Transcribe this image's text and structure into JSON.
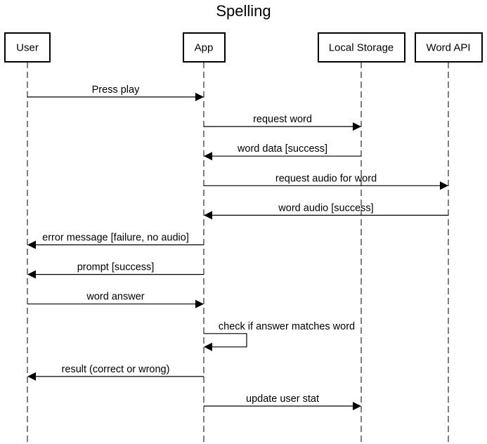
{
  "title": "Spelling",
  "participants": [
    {
      "id": "user",
      "label": "User"
    },
    {
      "id": "app",
      "label": "App"
    },
    {
      "id": "storage",
      "label": "Local Storage"
    },
    {
      "id": "api",
      "label": "Word API"
    }
  ],
  "messages": [
    {
      "from": "user",
      "to": "app",
      "label": "Press play"
    },
    {
      "from": "app",
      "to": "storage",
      "label": "request word"
    },
    {
      "from": "storage",
      "to": "app",
      "label": "word data [success]"
    },
    {
      "from": "app",
      "to": "api",
      "label": "request audio for word"
    },
    {
      "from": "api",
      "to": "app",
      "label": "word audio [success]"
    },
    {
      "from": "app",
      "to": "user",
      "label": "error message [failure, no audio]"
    },
    {
      "from": "app",
      "to": "user",
      "label": "prompt [success]"
    },
    {
      "from": "user",
      "to": "app",
      "label": "word answer"
    },
    {
      "from": "app",
      "to": "app",
      "label": "check if answer matches word"
    },
    {
      "from": "app",
      "to": "user",
      "label": "result (correct or wrong)"
    },
    {
      "from": "app",
      "to": "storage",
      "label": "update user stat"
    }
  ]
}
